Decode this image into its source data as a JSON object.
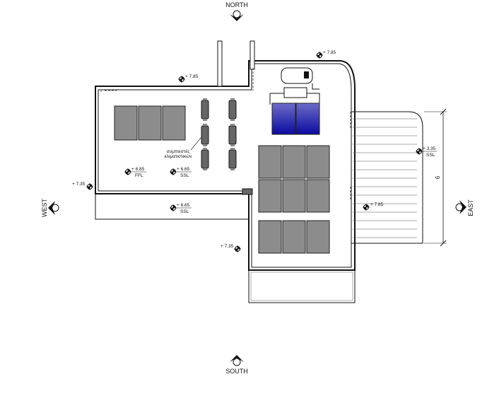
{
  "compass": {
    "north": "NORTH",
    "south": "SOUTH",
    "west": "WEST",
    "east": "EAST"
  },
  "elevations": {
    "roof_top": "+ 7.85",
    "roof_left": "+ 7.85",
    "west_edge": "+ 7.35",
    "south_wall": "+ 7.35",
    "east_edge": "+ 7.85",
    "ffl_value": "+ 6.85",
    "ffl_tag": "FFL",
    "ssl_value_1": "+ 6.65",
    "ssl_tag_1": "SSL",
    "ssl_value_2": "+ 6.65",
    "ssl_tag_2": "SSL",
    "ramp_value": "+ 3.35",
    "ramp_tag": "SSL"
  },
  "labels": {
    "compressors_line1": "συμπιεστές",
    "compressors_line2": "κλιματιστικών"
  },
  "dimension": {
    "ramp_width": "6"
  },
  "colors": {
    "pv_panel": "#8c8c8c",
    "solar_collector": "#1a1aa8",
    "line": "#111111"
  }
}
